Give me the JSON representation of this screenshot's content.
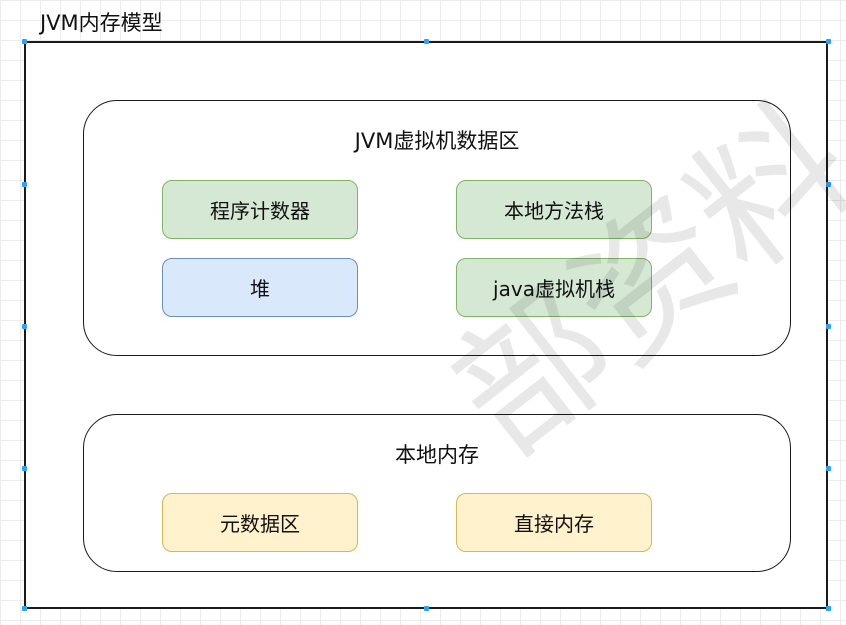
{
  "diagram": {
    "title": "JVM内存模型",
    "jvm_data_area": {
      "title": "JVM虚拟机数据区",
      "nodes": {
        "program_counter": "程序计数器",
        "native_method_stack": "本地方法栈",
        "heap": "堆",
        "java_vm_stack": "java虚拟机栈"
      }
    },
    "native_memory": {
      "title": "本地内存",
      "nodes": {
        "metaspace": "元数据区",
        "direct_memory": "直接内存"
      }
    },
    "colors": {
      "green_fill": "#d5e8d4",
      "green_border": "#82b366",
      "blue_fill": "#dae8fc",
      "blue_border": "#6c8ebf",
      "yellow_fill": "#fff2cc",
      "yellow_border": "#d6b656"
    }
  },
  "watermark": "部资料"
}
